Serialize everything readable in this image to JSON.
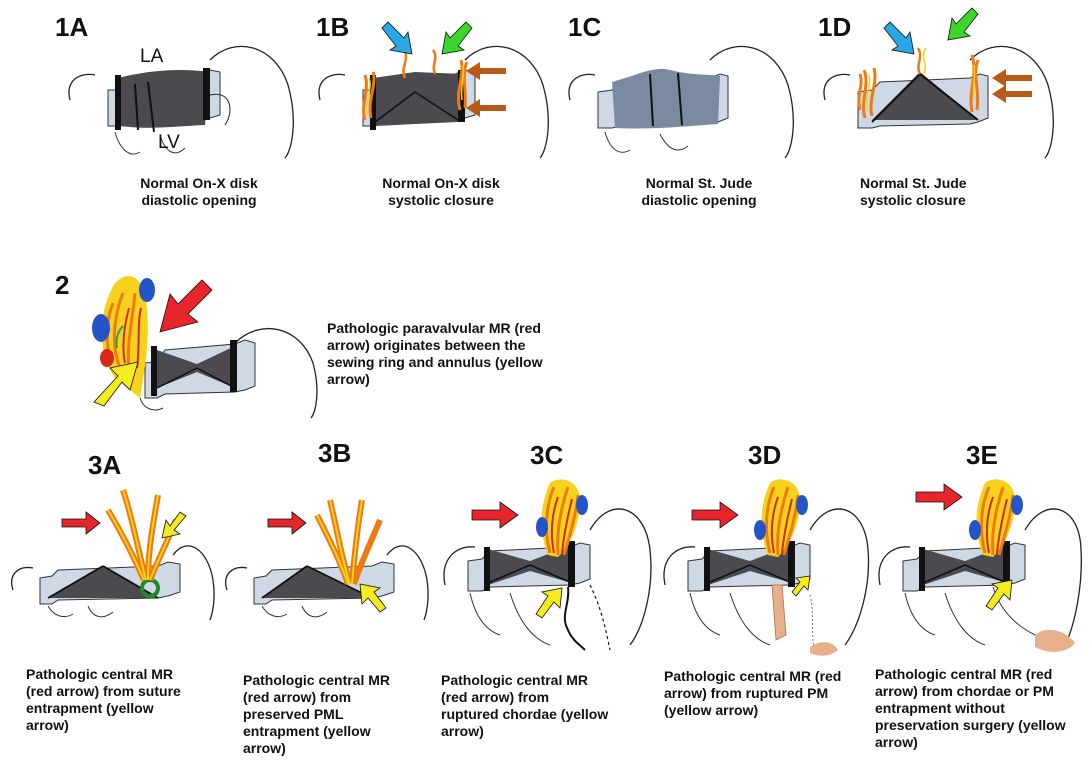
{
  "colors": {
    "prosthesis": "#4a4a4f",
    "jude_disc": "#7a8aa0",
    "sewing_ring": "#cfd9e6",
    "heart_outline": "#222222",
    "arrow_red": "#e8252c",
    "arrow_yellow": "#f5ec1f",
    "arrow_blue": "#2aa8e8",
    "arrow_green": "#3dd62a",
    "arrow_orange": "#b85a18",
    "jet_yellow": "#f6d21c",
    "jet_orange": "#f07a12",
    "jet_red": "#d8281a",
    "jet_blue": "#2455c8",
    "papillary": "#e8b08a"
  },
  "panels": {
    "p1a": {
      "label": "1A",
      "caption": [
        "Normal On-X disk",
        "diastolic opening"
      ],
      "annotations": {
        "la": "LA",
        "lv": "LV"
      }
    },
    "p1b": {
      "label": "1B",
      "caption": [
        "Normal On-X disk",
        "systolic closure"
      ]
    },
    "p1c": {
      "label": "1C",
      "caption": [
        "Normal  St. Jude",
        "diastolic opening"
      ]
    },
    "p1d": {
      "label": "1D",
      "caption": [
        "Normal  St. Jude",
        "systolic closure"
      ]
    },
    "p2": {
      "label": "2",
      "caption": [
        "Pathologic paravalvular MR (red",
        "arrow) originates between the",
        "sewing ring and annulus (yellow",
        "arrow)"
      ]
    },
    "p3a": {
      "label": "3A",
      "caption": [
        "Pathologic central MR",
        "(red arrow) from suture",
        "entrapment (yellow",
        "arrow)"
      ]
    },
    "p3b": {
      "label": "3B",
      "caption": [
        "Pathologic central MR",
        "(red arrow) from",
        "preserved PML",
        "entrapment (yellow",
        "arrow)"
      ]
    },
    "p3c": {
      "label": "3C",
      "caption": [
        "Pathologic central MR",
        "(red arrow) from",
        "ruptured chordae (yellow",
        "arrow)"
      ]
    },
    "p3d": {
      "label": "3D",
      "caption": [
        "Pathologic central MR (red",
        "arrow) from ruptured PM",
        "(yellow arrow)"
      ]
    },
    "p3e": {
      "label": "3E",
      "caption": [
        "Pathologic central MR (red",
        "arrow) from chordae or PM",
        "entrapment without",
        "preservation surgery (yellow",
        "arrow)"
      ]
    }
  }
}
